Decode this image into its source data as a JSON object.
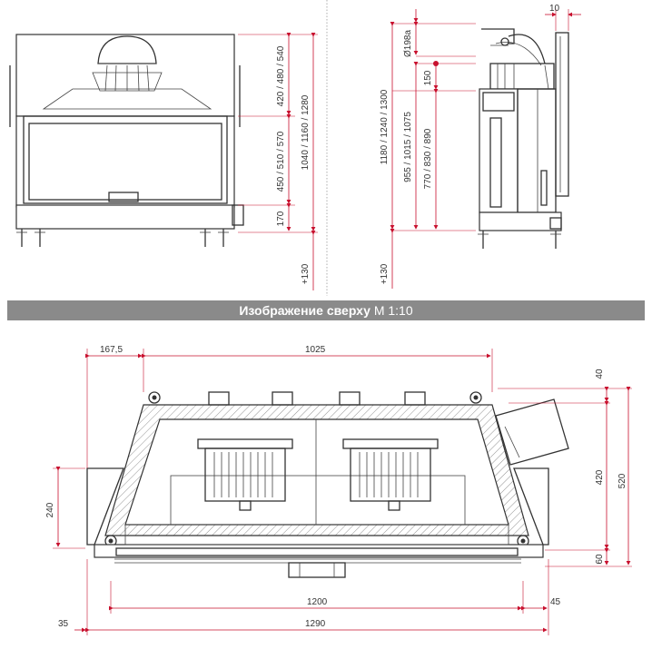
{
  "section_title": {
    "bold": "Изображение сверху",
    "scale": "M 1:10"
  },
  "front_view": {
    "dims": {
      "upper": "420 / 480 / 540",
      "middle": "450 / 510 / 570",
      "bottom": "170",
      "total": "1040 / 1160 / 1280",
      "offset": "+130"
    }
  },
  "side_view": {
    "dims": {
      "depth_top": "10",
      "flue": "Ø198a",
      "flue_offset": "150",
      "total_a": "1180 / 1240 / 1300",
      "total_b": "955 / 1015 / 1075",
      "total_c": "770 / 830 / 890",
      "offset": "+130"
    }
  },
  "top_view": {
    "dims": {
      "left_offset": "167,5",
      "width_top": "1025",
      "right_top": "40",
      "right_middle": "420",
      "right_total": "520",
      "right_bottom": "60",
      "left_height": "240",
      "width_inner": "1200",
      "right_gap": "45",
      "left_gap": "35",
      "width_total": "1290"
    }
  },
  "colors": {
    "dimension": "#c8102e",
    "line": "#333333",
    "banner": "#8a8a8a"
  }
}
